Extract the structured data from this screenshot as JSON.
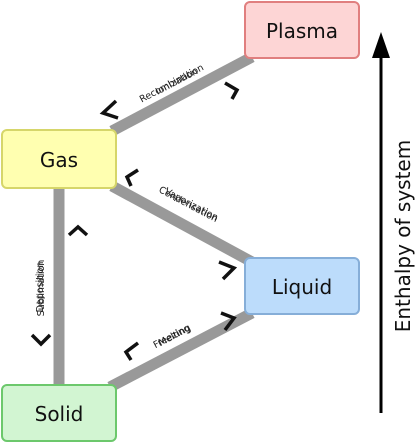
{
  "states": {
    "plasma": {
      "label": "Plasma",
      "fill": "#fdd5d5",
      "stroke": "#e07f7f"
    },
    "gas": {
      "label": "Gas",
      "fill": "#ffffb0",
      "stroke": "#d6d66a"
    },
    "liquid": {
      "label": "Liquid",
      "fill": "#bcdcfb",
      "stroke": "#86aed8"
    },
    "solid": {
      "label": "Solid",
      "fill": "#d2f5d2",
      "stroke": "#6cc86c"
    }
  },
  "transitions": {
    "gas_plasma_a": "Recombination",
    "gas_plasma_b": "Ionization",
    "gas_liquid_a": "Condensation",
    "gas_liquid_b": "Vaporization",
    "gas_solid_a": "Deposition",
    "gas_solid_b": "Sublimation",
    "solid_liquid_a": "Freezing",
    "solid_liquid_b": "Melting"
  },
  "axis": {
    "label": "Enthalpy of system"
  },
  "colors": {
    "edge": "#999999",
    "arrowhead": "#111111"
  }
}
